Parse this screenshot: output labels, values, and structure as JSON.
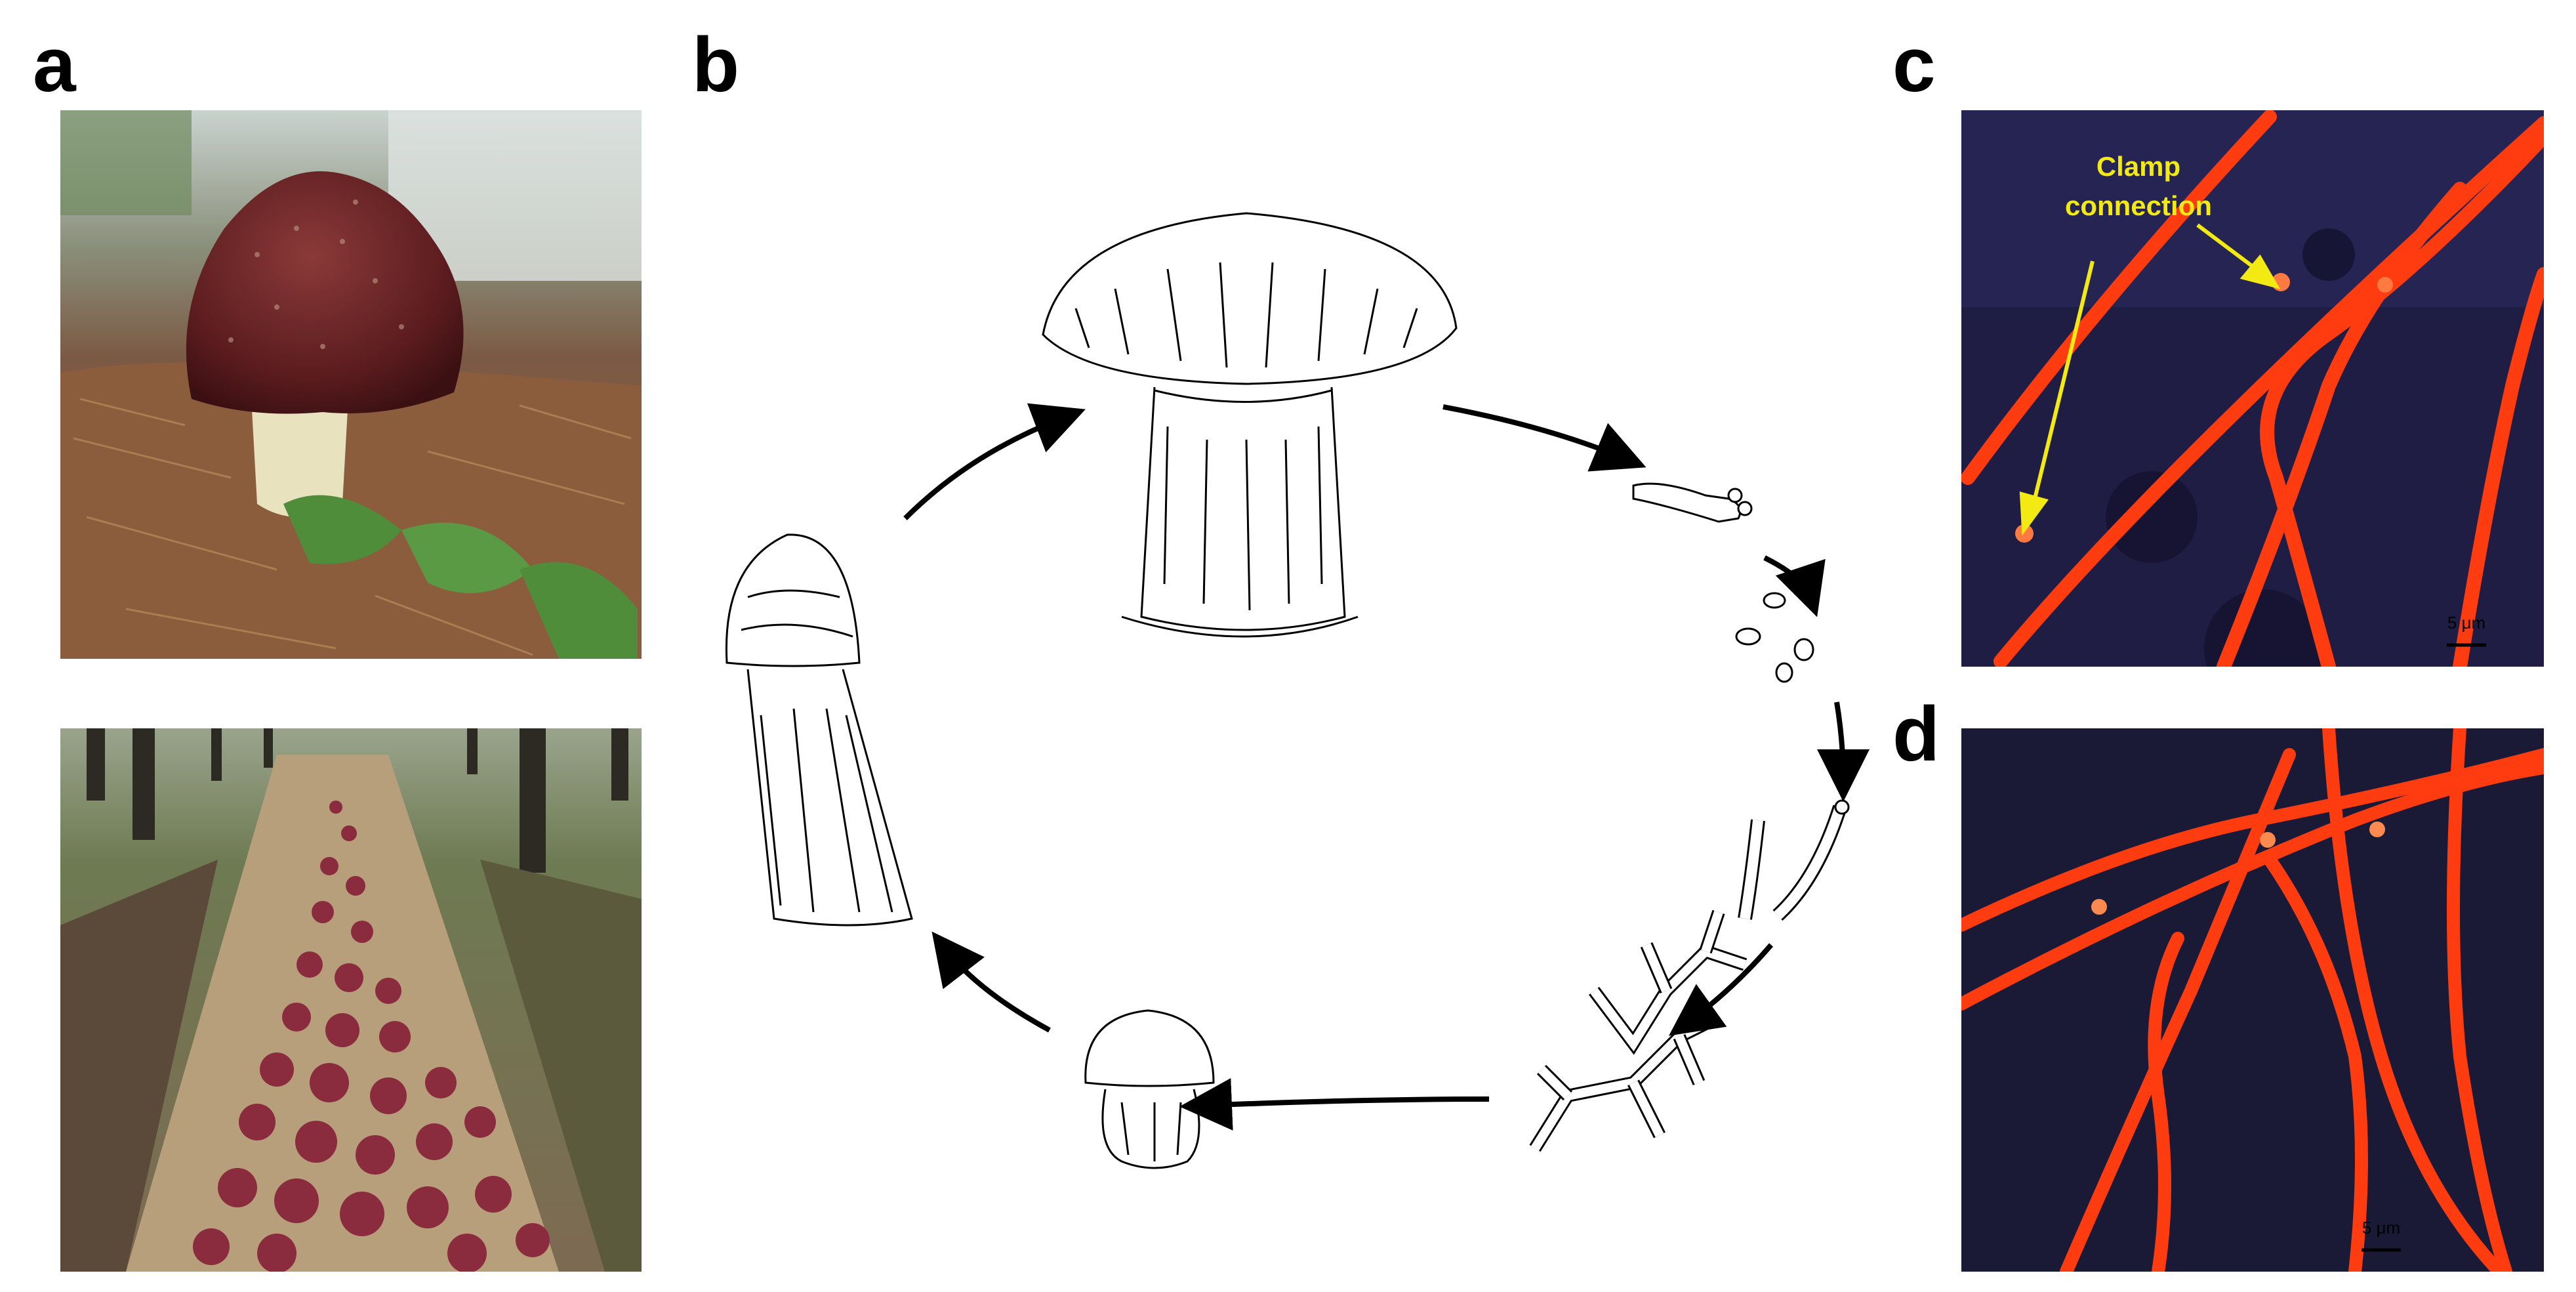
{
  "panels": {
    "a": {
      "letter": "a"
    },
    "b": {
      "letter": "b"
    },
    "c": {
      "letter": "c",
      "annotation_line1": "Clamp",
      "annotation_line2": "connection",
      "scale_label": "5 μm"
    },
    "d": {
      "letter": "d",
      "scale_label": "5 μm"
    }
  },
  "colors": {
    "annotation": "#f2ea12",
    "hyphae": "#ff3b10",
    "micro_background": "#1c1a3a",
    "cap_red": "#6e1e22"
  }
}
